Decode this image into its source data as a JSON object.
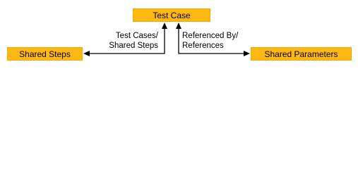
{
  "nodes": {
    "test_case": "Test Case",
    "shared_steps": "Shared Steps",
    "shared_parameters": "Shared Parameters"
  },
  "edge_labels": {
    "left_line1": "Test Cases/",
    "left_line2": "Shared Steps",
    "right_line1": "Referenced By/",
    "right_line2": "References"
  },
  "colors": {
    "node_fill": "#fdb813",
    "line": "#000000"
  }
}
